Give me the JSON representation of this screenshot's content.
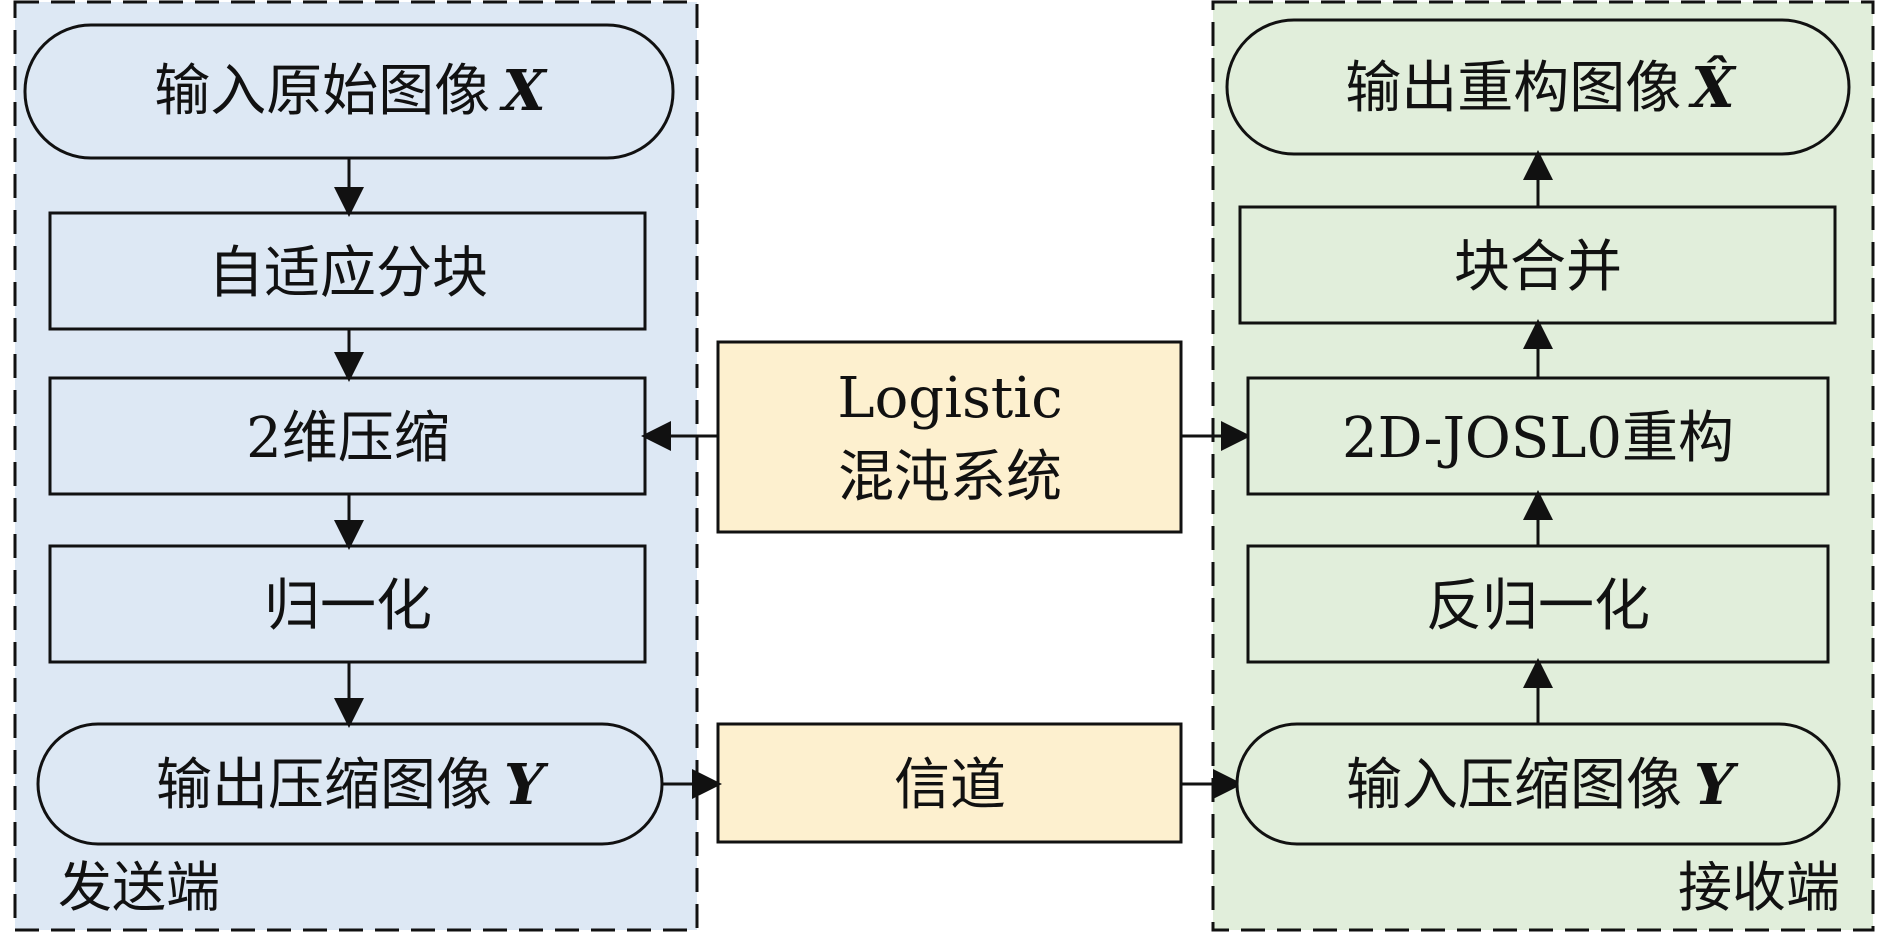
{
  "colors": {
    "sender_bg": "#dde8f4",
    "receiver_bg": "#e1eedb",
    "middle_box_bg": "#fdf0cf",
    "stroke": "#111111"
  },
  "sender": {
    "region_label": "发送端",
    "input_image_text": "输入原始图像",
    "input_image_symbol": "X",
    "adaptive_block_text": "自适应分块",
    "compression_2d_text": "2维压缩",
    "normalize_text": "归一化",
    "output_image_text": "输出压缩图像",
    "output_image_symbol": "Y"
  },
  "middle": {
    "logistic_line1": "Logistic",
    "logistic_line2": "混沌系统",
    "channel_text": "信道"
  },
  "receiver": {
    "region_label": "接收端",
    "output_image_text": "输出重构图像",
    "output_image_symbol": "X̂",
    "block_merge_text": "块合并",
    "reconstruct_text": "2D-JOSL0重构",
    "denormalize_text": "反归一化",
    "input_image_text": "输入压缩图像",
    "input_image_symbol": "Y"
  }
}
